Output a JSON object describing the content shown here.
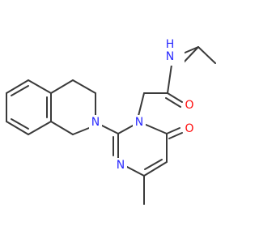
{
  "colors": {
    "background": "#ffffff",
    "bond": "#3a3a3a",
    "nitrogen": "#2a2aff",
    "oxygen": "#ff0d0d",
    "carbon": "#3a3a3a"
  },
  "atoms": [
    {
      "id": "N_amide",
      "symbol": "N",
      "label": "N",
      "hydrogen": "H",
      "element": "nitrogen"
    },
    {
      "id": "O_amide",
      "symbol": "O",
      "label": "O",
      "element": "oxygen"
    },
    {
      "id": "N1_ring",
      "symbol": "N",
      "label": "N",
      "element": "nitrogen"
    },
    {
      "id": "N3_ring",
      "symbol": "N",
      "label": "N",
      "element": "nitrogen"
    },
    {
      "id": "O_ring",
      "symbol": "O",
      "label": "O",
      "element": "oxygen"
    },
    {
      "id": "N_thiq",
      "symbol": "N",
      "label": "N",
      "element": "nitrogen"
    }
  ]
}
